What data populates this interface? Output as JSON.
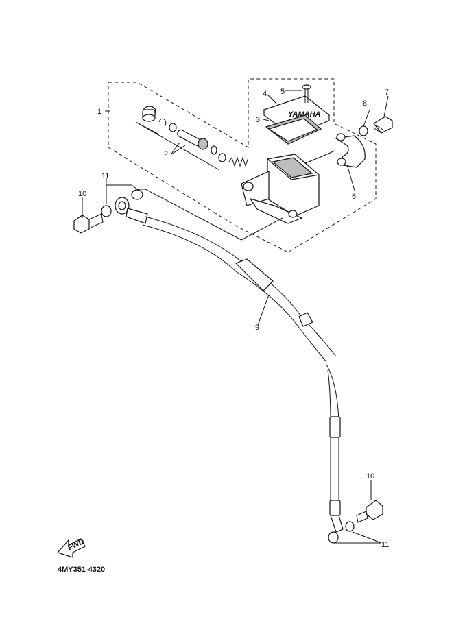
{
  "diagram_code": "4MY351-4320",
  "fwd_label": "FWD",
  "callouts": {
    "c1": "1",
    "c2": "2",
    "c3": "3",
    "c4": "4",
    "c5": "5",
    "c6": "6",
    "c7": "7",
    "c8": "8",
    "c9": "9",
    "c10a": "10",
    "c10b": "10",
    "c11a": "11",
    "c11b": "11"
  },
  "icons": {
    "fwd_arrow": "fwd-arrow-icon"
  }
}
